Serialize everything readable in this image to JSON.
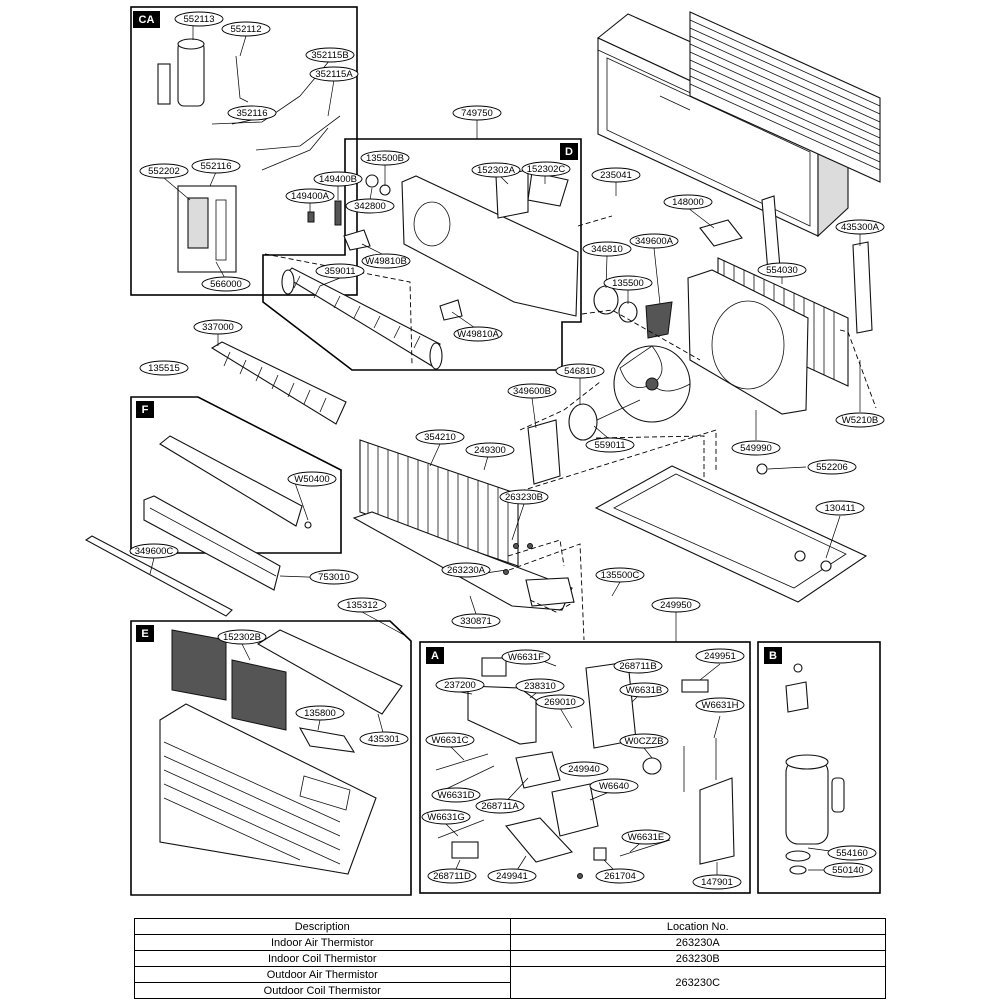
{
  "sections": [
    {
      "id": "CA",
      "label": "CA"
    },
    {
      "id": "D",
      "label": "D"
    },
    {
      "id": "F",
      "label": "F"
    },
    {
      "id": "E",
      "label": "E"
    },
    {
      "id": "A",
      "label": "A"
    },
    {
      "id": "B",
      "label": "B"
    }
  ],
  "part_labels": [
    {
      "text": "552113",
      "section": "CA"
    },
    {
      "text": "552112",
      "section": "CA"
    },
    {
      "text": "352115B",
      "section": "CA"
    },
    {
      "text": "352115A",
      "section": "CA"
    },
    {
      "text": "352116",
      "section": "CA"
    },
    {
      "text": "552202",
      "section": "CA"
    },
    {
      "text": "552116",
      "section": "CA"
    },
    {
      "text": "566000",
      "section": "CA"
    },
    {
      "text": "749750",
      "section": "D"
    },
    {
      "text": "135500B",
      "section": "D"
    },
    {
      "text": "149400B",
      "section": "D"
    },
    {
      "text": "149400A",
      "section": "D"
    },
    {
      "text": "342800",
      "section": "D"
    },
    {
      "text": "152302A",
      "section": "D"
    },
    {
      "text": "152302C",
      "section": "D"
    },
    {
      "text": "W49810B",
      "section": "D"
    },
    {
      "text": "359011",
      "section": "D"
    },
    {
      "text": "W49810A",
      "section": "D"
    },
    {
      "text": "235041",
      "section": "main"
    },
    {
      "text": "148000",
      "section": "main"
    },
    {
      "text": "346810",
      "section": "main"
    },
    {
      "text": "349600A",
      "section": "main"
    },
    {
      "text": "135500",
      "section": "main"
    },
    {
      "text": "435300A",
      "section": "main"
    },
    {
      "text": "554030",
      "section": "main"
    },
    {
      "text": "337000",
      "section": "main"
    },
    {
      "text": "135515",
      "section": "main"
    },
    {
      "text": "546810",
      "section": "main"
    },
    {
      "text": "349600B",
      "section": "main"
    },
    {
      "text": "559011",
      "section": "main"
    },
    {
      "text": "549990",
      "section": "main"
    },
    {
      "text": "W5210B",
      "section": "main"
    },
    {
      "text": "354210",
      "section": "main"
    },
    {
      "text": "249300",
      "section": "main"
    },
    {
      "text": "263230B",
      "section": "main"
    },
    {
      "text": "552206",
      "section": "main"
    },
    {
      "text": "130411",
      "section": "main"
    },
    {
      "text": "W50400",
      "section": "F"
    },
    {
      "text": "349600C",
      "section": "main"
    },
    {
      "text": "753010",
      "section": "main"
    },
    {
      "text": "263230A",
      "section": "main"
    },
    {
      "text": "330871",
      "section": "main"
    },
    {
      "text": "135500C",
      "section": "main"
    },
    {
      "text": "249950",
      "section": "main"
    },
    {
      "text": "135312",
      "section": "main"
    },
    {
      "text": "152302B",
      "section": "E"
    },
    {
      "text": "135800",
      "section": "E"
    },
    {
      "text": "435301",
      "section": "E"
    },
    {
      "text": "W6631F",
      "section": "A"
    },
    {
      "text": "268711B",
      "section": "A"
    },
    {
      "text": "249951",
      "section": "A"
    },
    {
      "text": "237200",
      "section": "A"
    },
    {
      "text": "238310",
      "section": "A"
    },
    {
      "text": "W6631B",
      "section": "A"
    },
    {
      "text": "269010",
      "section": "A"
    },
    {
      "text": "W6631H",
      "section": "A"
    },
    {
      "text": "W6631C",
      "section": "A"
    },
    {
      "text": "W0CZZB",
      "section": "A"
    },
    {
      "text": "249940",
      "section": "A"
    },
    {
      "text": "W6631D",
      "section": "A"
    },
    {
      "text": "268711A",
      "section": "A"
    },
    {
      "text": "W6640",
      "section": "A"
    },
    {
      "text": "W6631G",
      "section": "A"
    },
    {
      "text": "W6631E",
      "section": "A"
    },
    {
      "text": "268711D",
      "section": "A"
    },
    {
      "text": "249941",
      "section": "A"
    },
    {
      "text": "261704",
      "section": "A"
    },
    {
      "text": "147901",
      "section": "A"
    },
    {
      "text": "554160",
      "section": "B"
    },
    {
      "text": "550140",
      "section": "B"
    }
  ],
  "table": {
    "headers": {
      "description": "Description",
      "location": "Location No."
    },
    "rows": [
      {
        "description": "Indoor Air Thermistor",
        "location": "263230A"
      },
      {
        "description": "Indoor Coil Thermistor",
        "location": "263230B"
      },
      {
        "description": "Outdoor Air Thermistor",
        "location": "263230C"
      },
      {
        "description": "Outdoor Coil Thermistor",
        "location": ""
      }
    ]
  }
}
